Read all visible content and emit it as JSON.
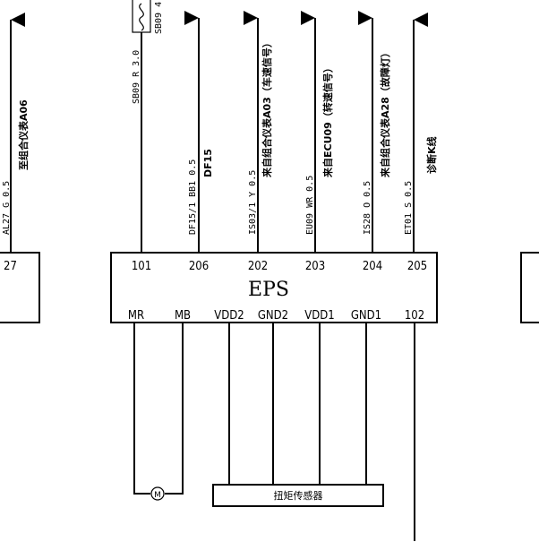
{
  "module": {
    "name": "EPS",
    "top_pins": [
      "101",
      "206",
      "202",
      "203",
      "204",
      "205"
    ],
    "bottom_pins": [
      "MR",
      "MB",
      "VDD2",
      "GND2",
      "VDD1",
      "GND1",
      "102"
    ]
  },
  "left_connector": {
    "pin": "27"
  },
  "fuse_label": "SB09 4",
  "wires": [
    {
      "code": "AL27 G 0.5",
      "dest": "至组合仪表A06"
    },
    {
      "code": "SB09 R 3.0",
      "dest": ""
    },
    {
      "code": "DF15/1 BB1 0.5",
      "dest": "DF15"
    },
    {
      "code": "IS03/1 Y 0.5",
      "dest": "来自组合仪表A03（车速信号）"
    },
    {
      "code": "EU09 WR 0.5",
      "dest": "来自ECU09（转速信号）"
    },
    {
      "code": "IS28 O 0.5",
      "dest": "来自组合仪表A28（故障灯）"
    },
    {
      "code": "ET01 S 0.5",
      "dest": "诊断K线"
    }
  ],
  "motor_symbol": "M",
  "sensor_label": "扭矩传感器"
}
